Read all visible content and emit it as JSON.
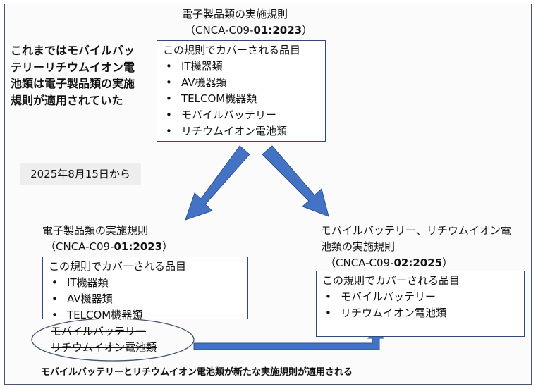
{
  "top_rule": {
    "title": "電子製品類の実施規則",
    "code_prefix": "（CNCA-C09-",
    "code_bold": "01:2023",
    "code_suffix": "）",
    "box_heading": "この規則でカバーされる品目",
    "items": [
      "IT機器類",
      "AV機器類",
      "TELCOM機器類",
      "モバイルバッテリー",
      "リチウムイオン電池類"
    ]
  },
  "note": "これまではモバイルバッテリーリチウムイオン電池類は電子製品類の実施規則が適用されていた",
  "date_label": "2025年8月15日から",
  "bottom_left_rule": {
    "title": "電子製品類の実施規則",
    "code_prefix": "（CNCA-C09-",
    "code_bold": "01:2023",
    "code_suffix": "）",
    "box_heading": "この規則でカバーされる品目",
    "items": [
      "IT機器類",
      "AV機器類",
      "TELCOM機器類"
    ],
    "removed_items": [
      "モバイルバッテリー",
      "リチウムイオン電池類"
    ]
  },
  "bottom_right_rule": {
    "title_line1": "モバイルバッテリー、リチウムイオン電",
    "title_line2": "池類の実施規則",
    "code_prefix": "（CNCA-C09-",
    "code_bold": "02:2025",
    "code_suffix": "）",
    "box_heading": "この規則でカバーされる品目",
    "items": [
      "モバイルバッテリー",
      "リチウムイオン電池類"
    ]
  },
  "caption": "モバイルバッテリーとリチウムイオン電池類が新たな実施規則が適用される",
  "colors": {
    "arrow": "#4472c4",
    "arrow_edge": "#2f528f",
    "border": "#44546a"
  }
}
